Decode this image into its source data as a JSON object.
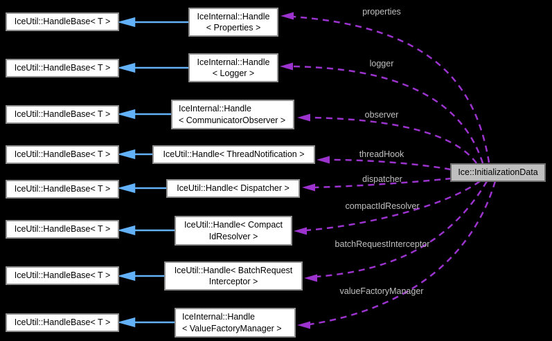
{
  "diagram": {
    "main_node": {
      "label": "Ice::InitializationData"
    },
    "rows": [
      {
        "base": "IceUtil::HandleBase< T >",
        "handle": [
          "IceInternal::Handle",
          "< Properties >"
        ],
        "edge_label": "properties"
      },
      {
        "base": "IceUtil::HandleBase< T >",
        "handle": [
          "IceInternal::Handle",
          "< Logger >"
        ],
        "edge_label": "logger"
      },
      {
        "base": "IceUtil::HandleBase< T >",
        "handle": [
          "IceInternal::Handle",
          "< CommunicatorObserver >"
        ],
        "edge_label": "observer"
      },
      {
        "base": "IceUtil::HandleBase< T >",
        "handle": [
          "IceUtil::Handle< ThreadNotification >"
        ],
        "edge_label": "threadHook"
      },
      {
        "base": "IceUtil::HandleBase< T >",
        "handle": [
          "IceUtil::Handle< Dispatcher >"
        ],
        "edge_label": "dispatcher"
      },
      {
        "base": "IceUtil::HandleBase< T >",
        "handle": [
          "IceUtil::Handle< Compact",
          "IdResolver >"
        ],
        "edge_label": "compactIdResolver"
      },
      {
        "base": "IceUtil::HandleBase< T >",
        "handle": [
          "IceUtil::Handle< BatchRequest",
          "Interceptor >"
        ],
        "edge_label": "batchRequestInterceptor"
      },
      {
        "base": "IceUtil::HandleBase< T >",
        "handle": [
          "IceInternal::Handle",
          "< ValueFactoryManager >"
        ],
        "edge_label": "valueFactoryManager"
      }
    ],
    "colors": {
      "background": "#000000",
      "inheritance_arrow": "#63b1f8",
      "usage_arrow": "#9c33ce",
      "node_fill": "#ffffff",
      "node_border": "#909090",
      "highlight_fill": "#bfbfbf",
      "edge_label_text": "#c0c0c0"
    }
  }
}
